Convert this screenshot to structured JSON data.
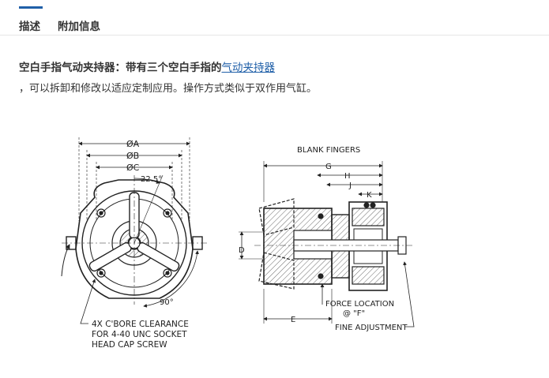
{
  "tabs": [
    {
      "label": "描述",
      "active": true
    },
    {
      "label": "附加信息",
      "active": false
    }
  ],
  "headline": {
    "prefix": "空白手指气动夹持器：带有三个空白手指的",
    "link_text": "气动夹持器"
  },
  "description": "，可以拆卸和修改以适应定制应用。操作方式类似于双作用气缸。",
  "drawing": {
    "dim_a": "ØA",
    "dim_b": "ØB",
    "dim_c": "ØC",
    "angle_small": "22.5°",
    "angle_large": "90°",
    "callout_line1": "4X C'BORE CLEARANCE",
    "callout_line2": "FOR 4-40 UNC SOCKET",
    "callout_line3": "HEAD CAP SCREW",
    "blank_fingers": "BLANK FINGERS",
    "dim_g": "G",
    "dim_h": "H",
    "dim_j": "J",
    "dim_k": "K",
    "dim_d": "D",
    "dim_e": "E",
    "force_location": "FORCE LOCATION",
    "force_at": "@ \"F\"",
    "fine_adjustment": "FINE ADJUSTMENT"
  },
  "colors": {
    "accent": "#1f5fa8",
    "text": "#333333",
    "line": "#222222"
  }
}
